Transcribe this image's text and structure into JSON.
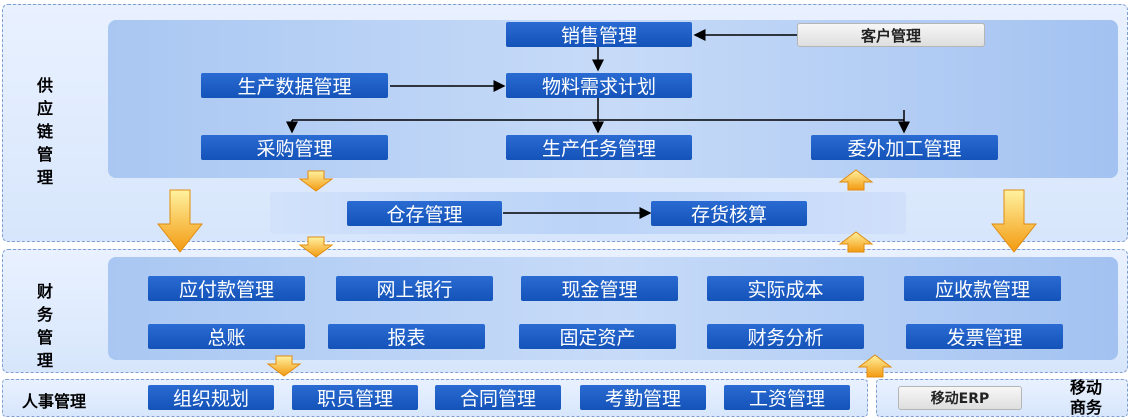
{
  "sections": {
    "supply_chain": "供应链管理",
    "finance": "财务管理",
    "hr": "人事管理",
    "mobile": "移动商务"
  },
  "supply": {
    "sales": "销售管理",
    "customer": "客户管理",
    "production_data": "生产数据管理",
    "mrp": "物料需求计划",
    "purchase": "采购管理",
    "production_task": "生产任务管理",
    "outsourcing": "委外加工管理"
  },
  "inventory": {
    "storage": "仓存管理",
    "accounting": "存货核算"
  },
  "finance": {
    "payable": "应付款管理",
    "online_bank": "网上银行",
    "cash": "现金管理",
    "actual_cost": "实际成本",
    "receivable": "应收款管理",
    "ledger": "总账",
    "reports": "报表",
    "fixed_assets": "固定资产",
    "analysis": "财务分析",
    "invoice": "发票管理"
  },
  "hr": {
    "org": "组织规划",
    "staff": "职员管理",
    "contract": "合同管理",
    "attendance": "考勤管理",
    "salary": "工资管理"
  },
  "mobile": {
    "erp": "移动ERP"
  }
}
